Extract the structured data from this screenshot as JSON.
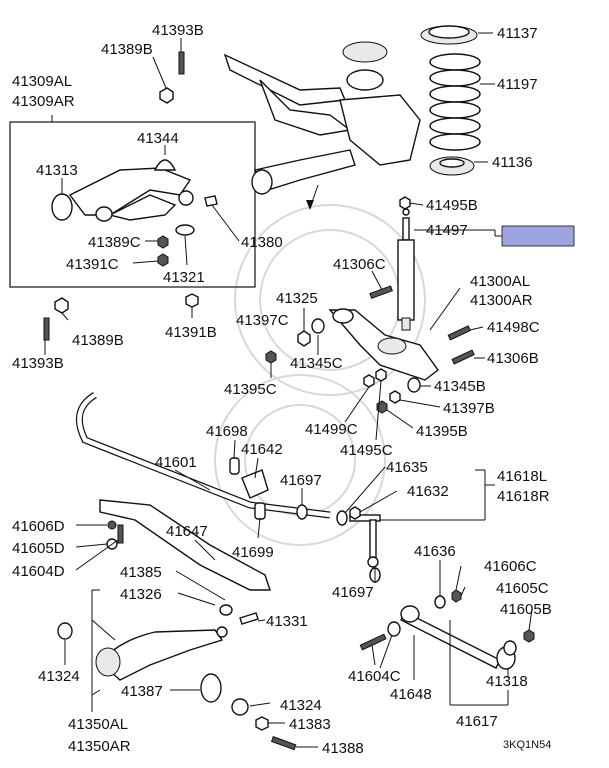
{
  "labels": {
    "l41393B_top": "41393B",
    "l41389B_top": "41389B",
    "l41309AL": "41309AL",
    "l41309AR": "41309AR",
    "l41344": "41344",
    "l41313": "41313",
    "l41389C": "41389C",
    "l41391C": "41391C",
    "l41321": "41321",
    "l41380": "41380",
    "l41389B_bot": "41389B",
    "l41393B_bot": "41393B",
    "l41391B": "41391B",
    "l41137": "41137",
    "l41197": "41197",
    "l41136": "41136",
    "l41495B": "41495B",
    "l41497": "41497",
    "l41306C": "41306C",
    "l41300AL": "41300AL",
    "l41300AR": "41300AR",
    "l41325": "41325",
    "l41397C": "41397C",
    "l41345C": "41345C",
    "l41498C": "41498C",
    "l41306B": "41306B",
    "l41395C": "41395C",
    "l41345B": "41345B",
    "l41397B": "41397B",
    "l41499C": "41499C",
    "l41495C": "41495C",
    "l41395B": "41395B",
    "l41698": "41698",
    "l41642": "41642",
    "l41601": "41601",
    "l41697_a": "41697",
    "l41635": "41635",
    "l41632": "41632",
    "l41618L": "41618L",
    "l41618R": "41618R",
    "l41606D": "41606D",
    "l41605D": "41605D",
    "l41604D": "41604D",
    "l41647": "41647",
    "l41699": "41699",
    "l41385": "41385",
    "l41697_b": "41697",
    "l41636": "41636",
    "l41606C": "41606C",
    "l41605C": "41605C",
    "l41605B": "41605B",
    "l41326": "41326",
    "l41331": "41331",
    "l41324_a": "41324",
    "l41604C": "41604C",
    "l41648": "41648",
    "l41318": "41318",
    "l41387": "41387",
    "l41324_b": "41324",
    "l41383": "41383",
    "l41350AL": "41350AL",
    "l41350AR": "41350AR",
    "l41388": "41388",
    "l41617": "41617",
    "code": "3KQ1N54"
  },
  "colors": {
    "highlight": "#9ea4e0",
    "ink": "#111111"
  }
}
